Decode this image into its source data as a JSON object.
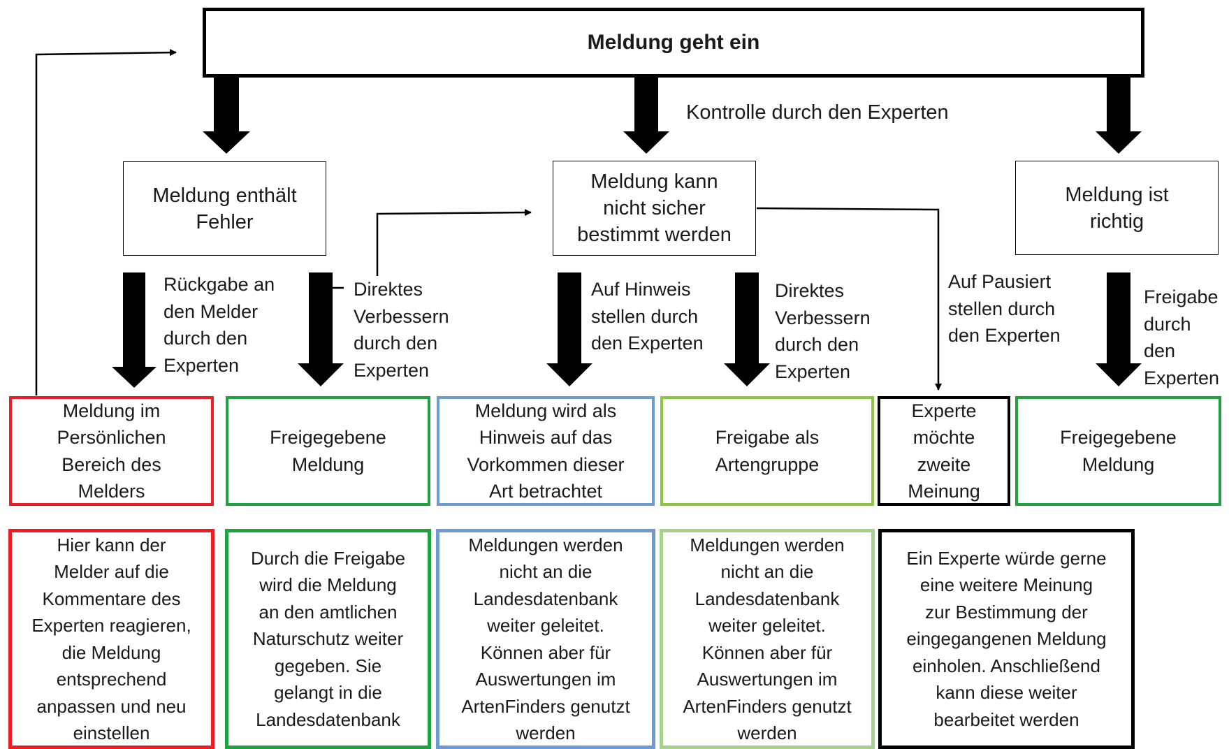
{
  "title": "Meldung geht ein",
  "colors": {
    "red": "#ee1c24",
    "green": "#1fa33e",
    "blue": "#6b9bd1",
    "lightgreen": "#8dc63f",
    "lightgreen_desc": "#a8d08d",
    "black": "#000000"
  },
  "top_label": "Kontrolle durch den Experten",
  "categories": {
    "fehler": "Meldung enthält\nFehler",
    "unsicher": "Meldung kann\nnicht sicher\nbestimmt werden",
    "richtig": "Meldung ist\nrichtig"
  },
  "actions": {
    "rueckgabe": "Rückgabe an\nden Melder\ndurch den\nExperten",
    "direkt_1": "Direktes\nVerbessern\ndurch den\nExperten",
    "hinweis": "Auf Hinweis\nstellen durch\nden Experten",
    "direkt_2": "Direktes\nVerbessern\ndurch den\nExperten",
    "pausiert": "Auf Pausiert\nstellen durch\nden Experten",
    "freigabe": "Freigabe\ndurch\nden\nExperten"
  },
  "outcomes": [
    {
      "text": "Meldung im\nPersönlichen\nBereich des\nMelders",
      "color": "red"
    },
    {
      "text": "Freigegebene\nMeldung",
      "color": "green"
    },
    {
      "text": "Meldung wird als\nHinweis auf das\nVorkommen dieser\nArt betrachtet",
      "color": "blue"
    },
    {
      "text": "Freigabe als\nArtengruppe",
      "color": "lightgreen"
    },
    {
      "text": "Experte\nmöchte\nzweite\nMeinung",
      "color": "black"
    },
    {
      "text": "Freigegebene\nMeldung",
      "color": "green"
    }
  ],
  "descriptions": [
    {
      "text": "Hier kann der\nMelder auf die\nKommentare des\nExperten reagieren,\ndie Meldung\nentsprechend\nanpassen und neu\neinstellen",
      "color": "red"
    },
    {
      "text": "Durch die Freigabe\nwird die Meldung\nan den amtlichen\nNaturschutz weiter\ngegeben. Sie\ngelangt in die\nLandesdatenbank",
      "color": "green"
    },
    {
      "text": "Meldungen werden\nnicht an die\nLandesdatenbank\nweiter geleitet.\nKönnen aber für\nAuswertungen im\nArtenFinders genutzt\nwerden",
      "color": "blue"
    },
    {
      "text": "Meldungen werden\nnicht an die\nLandesdatenbank\nweiter geleitet.\nKönnen aber für\nAuswertungen im\nArtenFinders genutzt\nwerden",
      "color": "lightgreen_desc"
    },
    {
      "text": "Ein Experte würde gerne\neine weitere Meinung\nzur Bestimmung der\neingegangenen Meldung\neinholen. Anschließend\nkann diese weiter\nbearbeitet werden",
      "color": "black"
    }
  ]
}
